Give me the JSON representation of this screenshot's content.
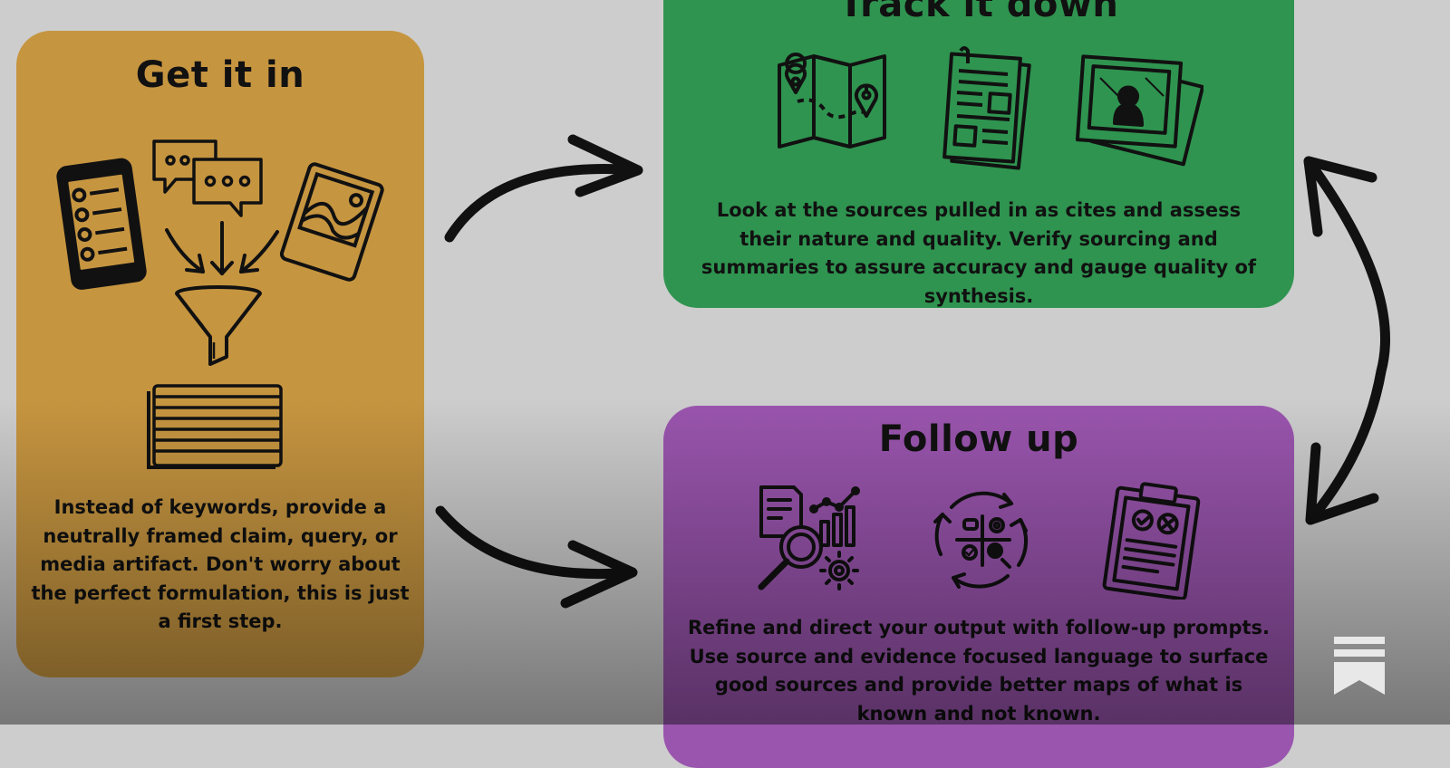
{
  "cards": {
    "get_it_in": {
      "title": "Get it in",
      "text": "Instead of keywords, provide a neutrally framed claim, query, or media artifact. Don't worry about the perfect formulation, this is just a first step.",
      "color": "#c69540"
    },
    "track_it_down": {
      "title": "Track it down",
      "text": "Look at the sources pulled in as cites and assess their nature and quality. Verify sourcing and summaries to assure accuracy and gauge quality of synthesis.",
      "color": "#2f9450"
    },
    "follow_up": {
      "title": "Follow up",
      "text": "Refine and direct your output with follow-up prompts. Use source and evidence focused language to surface good sources and provide better maps of what is known and not known.",
      "color": "#9a55ae"
    }
  },
  "icons": [
    "phone-list-icon",
    "chat-bubbles-icon",
    "photo-icon",
    "funnel-icon",
    "stack-icon",
    "map-icon",
    "newspaper-icon",
    "photos-icon",
    "analytics-icon",
    "cycle-icon",
    "clipboard-icon",
    "arrow-icon",
    "bookmark-logo-icon"
  ],
  "background_color": "#cdcdcd"
}
